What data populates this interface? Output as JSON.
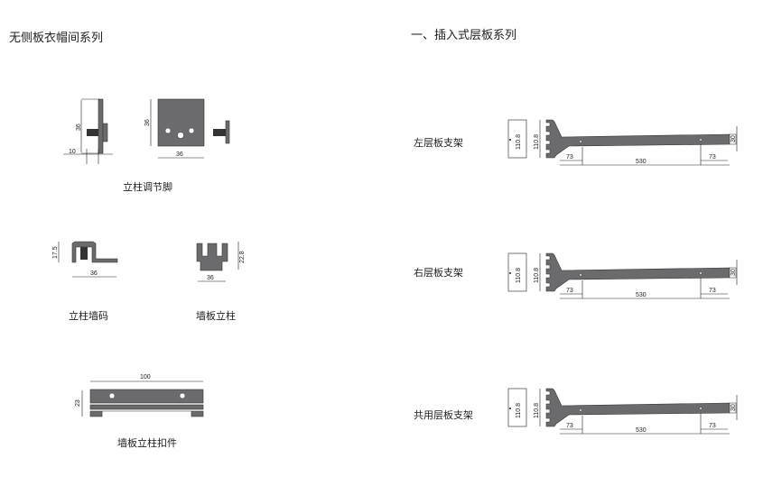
{
  "left_section": {
    "title": "无侧板衣帽间系列",
    "parts": [
      {
        "caption": "立柱调节脚",
        "dims": {
          "height": "36",
          "offset": "10",
          "width": "36",
          "height2": "36"
        }
      },
      {
        "caption": "立柱墙码",
        "dims": {
          "height": "17.5",
          "width": "36"
        }
      },
      {
        "caption": "墙板立柱",
        "dims": {
          "height": "22.8",
          "width": "36"
        }
      },
      {
        "caption": "墙板立柱扣件",
        "dims": {
          "width": "100",
          "height": "23"
        }
      }
    ]
  },
  "right_section": {
    "title": "一、插入式层板系列",
    "brackets": [
      {
        "caption": "左层板支架",
        "dims": {
          "h1": "110.8",
          "h2": "110.8",
          "a": "73",
          "b": "530",
          "c": "73",
          "end": "30"
        }
      },
      {
        "caption": "右层板支架",
        "dims": {
          "h1": "110.8",
          "h2": "110.8",
          "a": "73",
          "b": "530",
          "c": "73",
          "end": "30"
        }
      },
      {
        "caption": "共用层板支架",
        "dims": {
          "h1": "110.8",
          "h2": "110.8",
          "a": "73",
          "b": "530",
          "c": "73",
          "end": "30"
        }
      }
    ]
  }
}
